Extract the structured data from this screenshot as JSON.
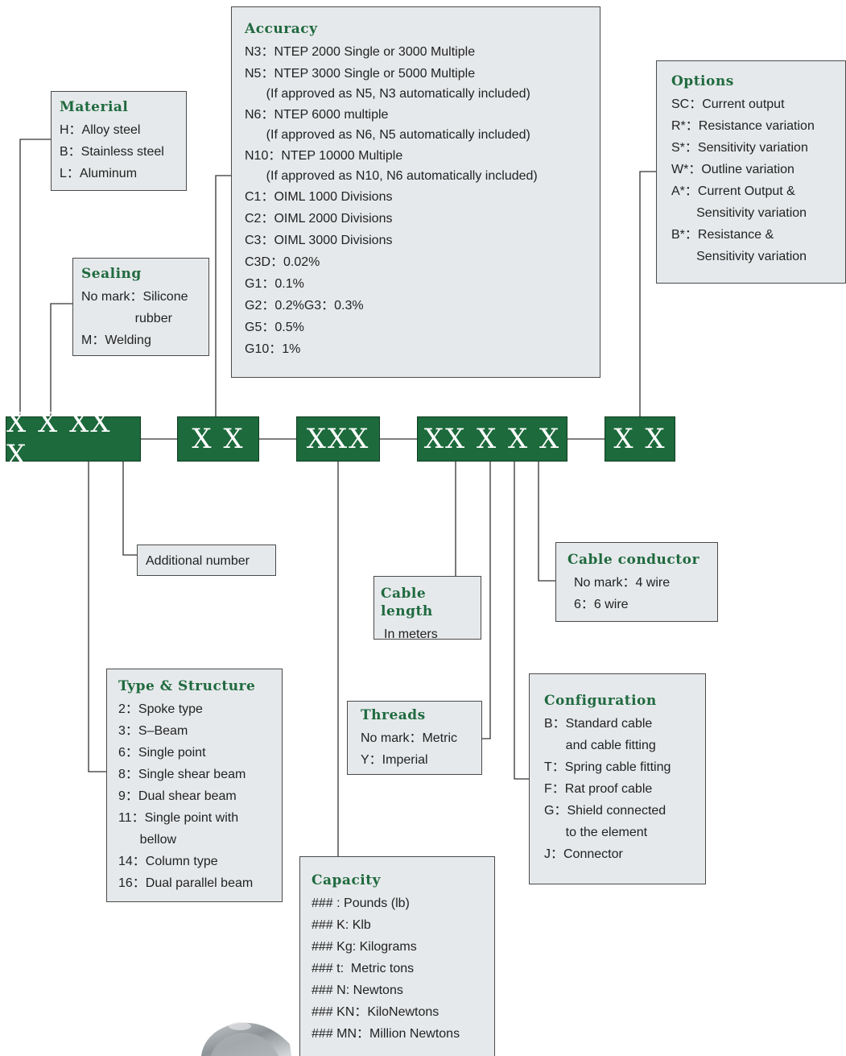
{
  "code": {
    "segments": [
      "X X XX X",
      "X X",
      "XXX",
      "XX X X X",
      "X X"
    ]
  },
  "material": {
    "title": "Material",
    "lines": [
      "H：Alloy steel",
      "B：Stainless steel",
      "L：Aluminum"
    ]
  },
  "sealing": {
    "title": "Sealing",
    "lines": [
      "No mark：Silicone",
      "               rubber",
      "M：Welding"
    ]
  },
  "accuracy": {
    "title": "Accuracy",
    "lines": [
      "N3：NTEP 2000 Single or 3000 Multiple",
      "N5：NTEP 3000 Single or 5000 Multiple",
      "      (If approved as N5, N3 automatically included)",
      "N6：NTEP 6000 multiple",
      "      (If approved as N6, N5 automatically included)",
      "N10：NTEP 10000 Multiple",
      "      (If approved as N10, N6 automatically included)",
      "C1：OIML 1000 Divisions",
      "C2：OIML 2000 Divisions",
      "C3：OIML 3000 Divisions",
      "C3D：0.02%",
      "G1：0.1%",
      "G2：0.2%G3：0.3%",
      "G5：0.5%",
      "G10：1%"
    ]
  },
  "options": {
    "title": "Options",
    "lines": [
      "SC：Current output",
      "R*：Resistance variation",
      "S*：Sensitivity variation",
      "W*：Outline variation",
      "A*：Current Output &",
      "       Sensitivity variation",
      "B*：Resistance &",
      "       Sensitivity variation"
    ]
  },
  "additional": {
    "label": "Additional number"
  },
  "cable_length": {
    "title": "Cable length",
    "lines": [
      "In meters"
    ]
  },
  "cable_conductor": {
    "title": "Cable conductor",
    "lines": [
      "No mark：4 wire",
      "6：6 wire"
    ]
  },
  "type_structure": {
    "title": "Type & Structure",
    "lines": [
      "2：Spoke type",
      "3：S–Beam",
      "6：Single point",
      "8：Single shear beam",
      "9：Dual shear beam",
      "11：Single point with",
      "      bellow",
      "14：Column type",
      "16：Dual parallel beam"
    ]
  },
  "threads": {
    "title": "Threads",
    "lines": [
      "No mark：Metric",
      "Y：Imperial"
    ]
  },
  "configuration": {
    "title": "Configuration",
    "lines": [
      "B：Standard cable",
      "      and cable fitting",
      "T：Spring cable fitting",
      "F：Rat proof cable",
      "G：Shield connected",
      "      to the element",
      "J：Connector"
    ]
  },
  "capacity": {
    "title": "Capacity",
    "lines": [
      "### : Pounds (lb)",
      "### K: Klb",
      "### Kg: Kilograms",
      "### t:  Metric tons",
      "### N: Newtons",
      "### KN：KiloNewtons",
      "### MN：Million Newtons"
    ]
  }
}
